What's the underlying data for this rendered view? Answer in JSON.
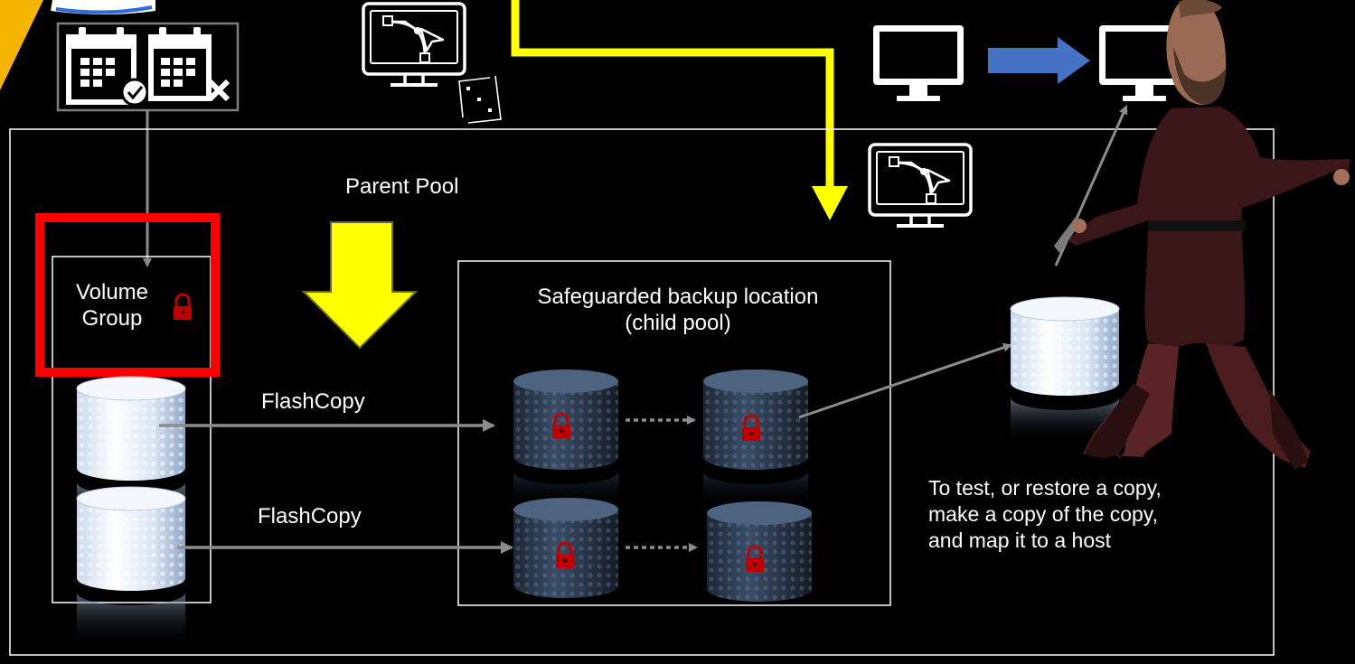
{
  "parent_pool_label": "Parent Pool",
  "volume_group_line1": "Volume",
  "volume_group_line2": "Group",
  "safeguarded_line1": "Safeguarded backup location",
  "safeguarded_line2": "(child pool)",
  "flashcopy_labels": [
    "FlashCopy",
    "FlashCopy"
  ],
  "test_note_lines": [
    "To test, or restore a copy,",
    "make a copy of the copy,",
    "and map it to a host"
  ],
  "colors": {
    "background": "#000000",
    "highlight_red": "#ff0000",
    "yellow": "#ffff00",
    "orange_corner": "#f5b400",
    "arrow_blue": "#4472c4",
    "lock_red": "#c00000",
    "connector_grey": "#8c8c8c"
  },
  "icons": [
    "calendar-check-icon",
    "calendar-x-icon",
    "monitor-bezier-icon",
    "selection-marquee-icon",
    "monitor-icon",
    "lock-icon",
    "database-cylinder-icon",
    "person-cutout-image"
  ]
}
